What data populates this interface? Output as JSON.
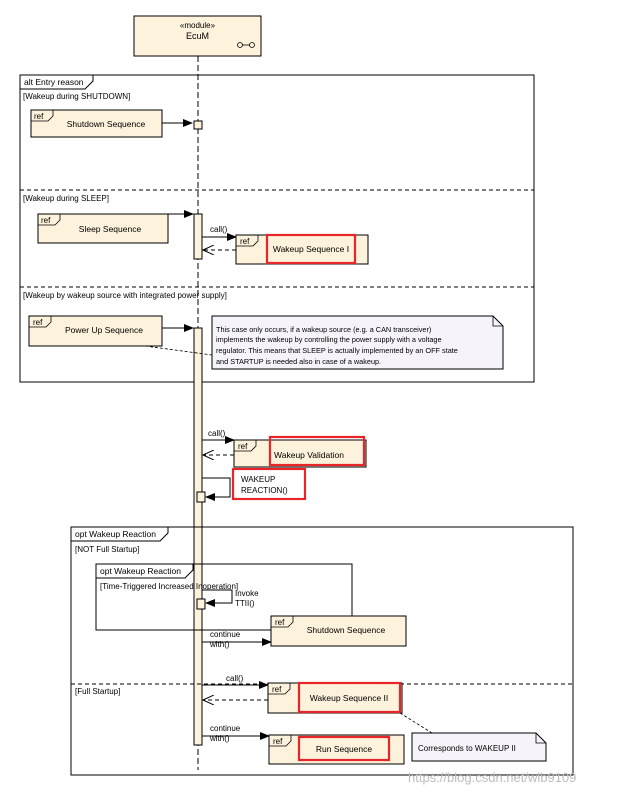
{
  "module": {
    "stereotype": "«module»",
    "name": "EcuM"
  },
  "alt": {
    "label": "alt Entry reason",
    "guards": [
      "[Wakeup during SHUTDOWN]",
      "[Wakeup during SLEEP]",
      "[Wakeup by wakeup source with integrated power supply]"
    ]
  },
  "refs": {
    "shutdown": "Shutdown Sequence",
    "sleep": "Sleep Sequence",
    "wakeup1": "Wakeup Sequence I",
    "powerup": "Power Up Sequence",
    "validation": "Wakeup Validation",
    "shutdown2": "Shutdown Sequence",
    "wakeup2": "Wakeup Sequence II",
    "run": "Run Sequence",
    "keyword": "ref"
  },
  "note": {
    "lines": [
      "This case only occurs, if a wakeup source (e.g. a CAN transceiver)",
      "implements the wakeup by controlling the power supply with a voltage",
      "regulator. This means that SLEEP is actually implemented by an OFF state",
      "and STARTUP is needed also in case of a wakeup."
    ]
  },
  "note2": "Corresponds to WAKEUP II",
  "messages": {
    "call1": "call()",
    "call2": "call()",
    "call3": "call()",
    "cont1": [
      "continue",
      "with()"
    ],
    "cont2": [
      "continue",
      "with()"
    ],
    "invoke": [
      "Invoke",
      "TTII()"
    ]
  },
  "reaction": [
    "WAKEUP",
    "REACTION()"
  ],
  "opt_outer": {
    "label": "opt Wakeup Reaction",
    "guard1": "[NOT Full Startup]",
    "guard2": "[Full Startup]"
  },
  "opt_inner": {
    "label": "opt Wakeup Reaction",
    "guard": "[Time-Triggered Increased Inoperation]"
  },
  "watermark": "https://blog.csdn.net/wlb9109",
  "colors": {
    "fill": "#fdf2dc",
    "highlight": "#e8262a",
    "note": "#f6f4fa"
  }
}
